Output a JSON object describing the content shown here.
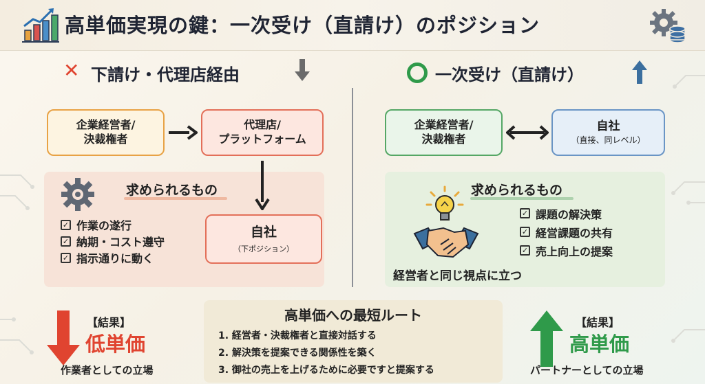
{
  "header": {
    "title": "高単価実現の鍵：一次受け（直請け）のポジション",
    "left_icon": "growth-bar-chart-icon",
    "right_icon": "gear-database-icon"
  },
  "left": {
    "mark": "✕",
    "title": "下請け・代理店経由",
    "trend_icon": "arrow-down-icon",
    "mgmt": {
      "line1": "企業経営者/",
      "line2": "決裁権者"
    },
    "agency": {
      "line1": "代理店/",
      "line2": "プラットフォーム"
    },
    "requirements": {
      "title": "求められるもの",
      "icon": "gear-icon",
      "items": [
        "作業の遂行",
        "納期・コスト遵守",
        "指示通りに動く"
      ]
    },
    "self": {
      "main": "自社",
      "sub": "（下ポジション）"
    },
    "result": {
      "label": "【結果】",
      "value": "低単価",
      "caption": "作業者としての立場"
    }
  },
  "right": {
    "mark": "○",
    "title": "一次受け（直請け）",
    "trend_icon": "arrow-up-icon",
    "mgmt": {
      "line1": "企業経営者/",
      "line2": "決裁権者"
    },
    "self": {
      "main": "自社",
      "sub": "（直接、同レベル）"
    },
    "requirements": {
      "title": "求められるもの",
      "icons": [
        "lightbulb-icon",
        "handshake-icon"
      ],
      "items": [
        "課題の解決策",
        "経営課題の共有",
        "売上向上の提案"
      ],
      "footer": "経営者と同じ視点に立つ"
    },
    "result": {
      "label": "【結果】",
      "value": "高単価",
      "caption": "パートナーとしての立場"
    }
  },
  "route": {
    "title": "高単価への最短ルート",
    "steps": [
      "1. 経営者・決裁権者と直接対話する",
      "2. 解決策を提案できる関係性を築く",
      "3. 御社の売上を上げるために必要ですと提案する"
    ]
  },
  "colors": {
    "negative": "#e04430",
    "positive": "#2f9a4a",
    "accent_blue": "#3b6f9e",
    "text": "#1f2433"
  }
}
